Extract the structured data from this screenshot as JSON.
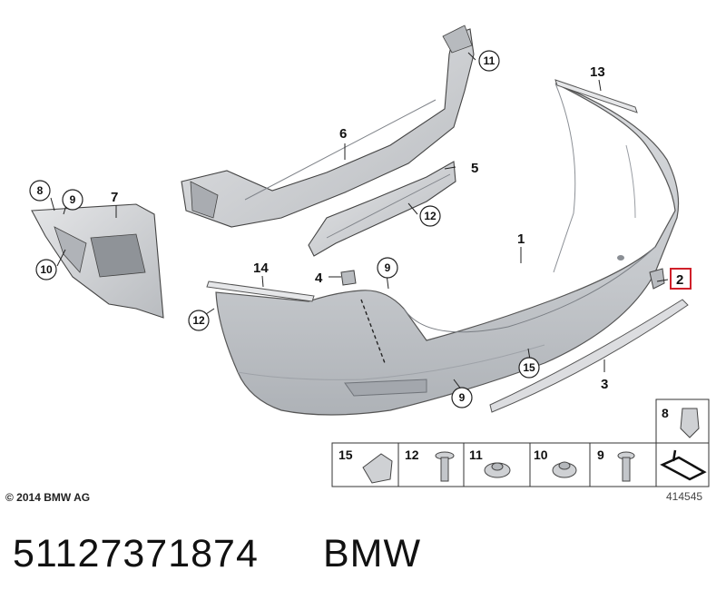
{
  "labels": {
    "rear_bumper": "1",
    "bracket_2": "2",
    "strip_3": "3",
    "bracket_4": "4",
    "carrier_5": "5",
    "carrier_6": "6",
    "bracket_7": "7",
    "clip_8": "8",
    "screw_9_a": "9",
    "screw_9_b": "9",
    "screw_9_c": "9",
    "nut_10": "10",
    "nut_11": "11",
    "screw_12_a": "12",
    "screw_12_b": "12",
    "trim_13": "13",
    "trim_14": "14",
    "clip_15": "15"
  },
  "hardware_table": {
    "top_cell": "8",
    "cells": [
      "15",
      "12",
      "11",
      "10",
      "9"
    ]
  },
  "copyright": "© 2014 BMW AG",
  "diagram_id": "414545",
  "part_number": "51127371874",
  "brand": "BMW",
  "colors": {
    "bumper_fill": "#c9ccd0",
    "part_fill": "#d6d8db",
    "line": "#333333",
    "highlight": "#d0202a"
  }
}
